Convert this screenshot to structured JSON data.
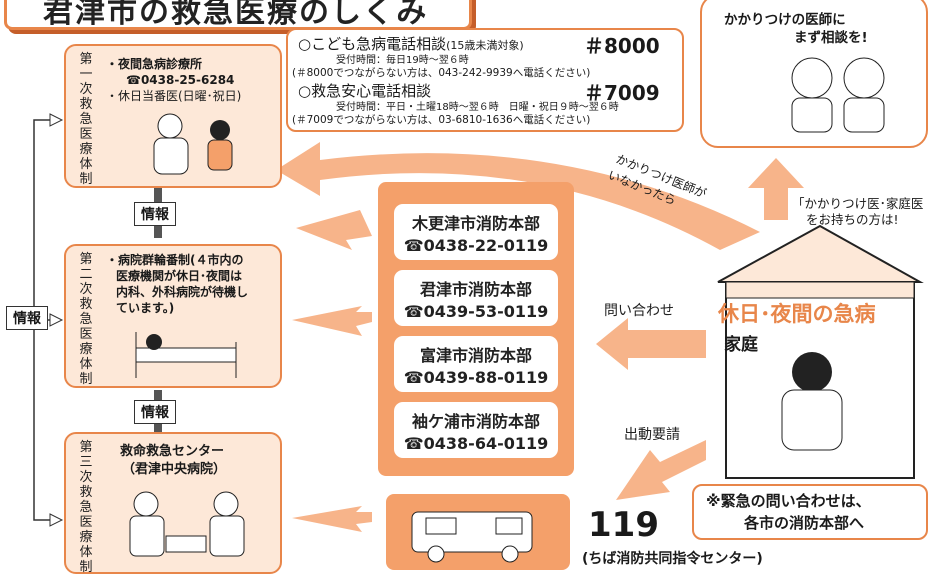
{
  "title": "君津市の救急医療のしくみ",
  "tiers": {
    "primary": {
      "label": "第一次救急医療体制",
      "item1": "・夜間急病診療所",
      "tel1": "☎0438-25-6284",
      "item2": "・休日当番医(日曜･祝日)"
    },
    "secondary": {
      "label": "第二次救急医療体制",
      "item1": "・病院群輪番制(４市内の",
      "item2": "医療機関が休日･夜間は",
      "item3": "内科、外科病院が待機し",
      "item4": "ています。)"
    },
    "tertiary": {
      "label": "第三次救急医療体制",
      "item1": "救命救急センター",
      "item2": "（君津中央病院）"
    }
  },
  "info_labels": {
    "left": "情報",
    "between1": "情報",
    "between2": "情報"
  },
  "phone_box": {
    "line1_title": "○こども急病電話相談",
    "line1_note": "(15歳未満対象)",
    "line1_number": "＃8000",
    "line1_hours": "受付時間：毎日19時～翌６時",
    "line1_alt": "(＃8000でつながらない方は、043-242-9939へ電話ください)",
    "line2_title": "○救急安心電話相談",
    "line2_number": "＃7009",
    "line2_hours": "受付時間：平日・土曜18時～翌６時　日曜・祝日９時～翌６時",
    "line2_alt": "(＃7009でつながらない方は、03-6810-1636へ電話ください)"
  },
  "doctor_bubble": {
    "line1": "かかりつけの医師に",
    "line2": "まず相談を!"
  },
  "kakaritsuke_note": {
    "line1": "「かかりつけ医･家庭医",
    "line2": "をお持ちの方は!"
  },
  "no_doctor": {
    "line1": "かかりつけ医師が",
    "line2": "いなかったら"
  },
  "fire_departments": [
    {
      "name": "木更津市消防本部",
      "tel": "☎0438-22-0119"
    },
    {
      "name": "君津市消防本部",
      "tel": "☎0439-53-0119"
    },
    {
      "name": "富津市消防本部",
      "tel": "☎0439-88-0119"
    },
    {
      "name": "袖ケ浦市消防本部",
      "tel": "☎0438-64-0119"
    }
  ],
  "arrows": {
    "inquiry": "問い合わせ",
    "dispatch": "出動要請"
  },
  "house": {
    "headline": "休日･夜間の急病",
    "sub": "家庭"
  },
  "emergency_note": {
    "line1": "※緊急の問い合わせは、",
    "line2": "各市の消防本部へ"
  },
  "center": {
    "number": "119",
    "name": "(ちば消防共同指令センター)"
  },
  "colors": {
    "accent": "#e8864a",
    "panel": "#f4a06a",
    "arrow": "#f7b48a",
    "tier_bg": "#fde8d8",
    "headline": "#e8864a"
  }
}
